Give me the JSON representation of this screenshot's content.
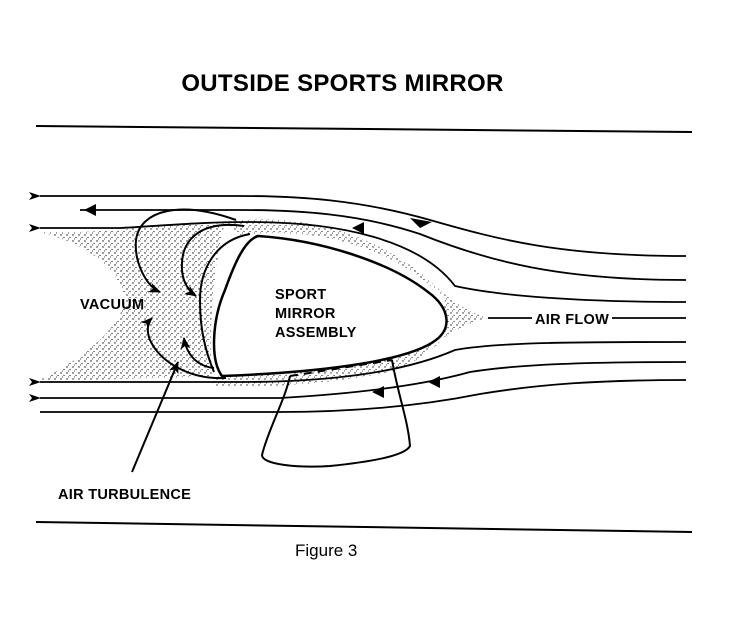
{
  "diagram": {
    "title": "OUTSIDE SPORTS MIRROR",
    "labels": {
      "vacuum": "VACUUM",
      "mirror_line1": "SPORT",
      "mirror_line2": "MIRROR",
      "mirror_line3": "ASSEMBLY",
      "air_flow": "AIR FLOW",
      "air_turbulence": "AIR TURBULENCE"
    },
    "caption": "Figure 3"
  },
  "colors": {
    "ink": "#000000",
    "paper": "#ffffff"
  }
}
